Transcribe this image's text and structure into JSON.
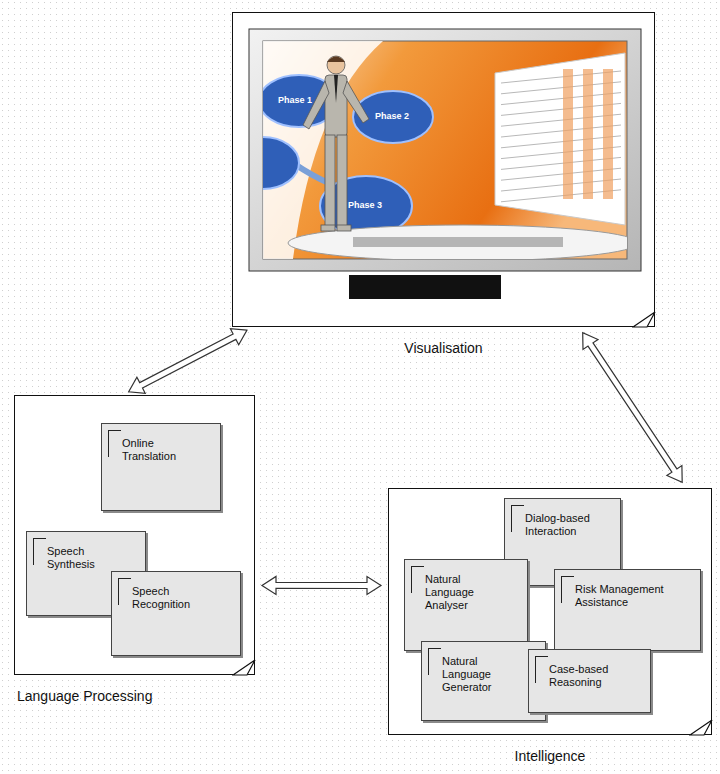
{
  "diagram": {
    "nodes": [
      {
        "text": [
          "Visualisation"
        ]
      },
      {
        "text": [
          "Language Processing"
        ]
      },
      {
        "text": [
          "Online Translation"
        ],
        "in": 1
      },
      {
        "text": [
          "Speech Synthesis"
        ],
        "in": 1
      },
      {
        "text": [
          "Speech Recognition"
        ],
        "in": 1
      },
      {
        "text": [
          "Intelligence"
        ]
      },
      {
        "text": [
          "Dialog-based Interaction"
        ],
        "in": 5
      },
      {
        "text": [
          "Natural Language Analyser"
        ],
        "in": 5
      },
      {
        "text": [
          "Risk Management Assistance"
        ],
        "in": 5
      },
      {
        "text": [
          "Natural Language Generator"
        ],
        "in": 5
      },
      {
        "text": [
          "Case-based Reasoning"
        ],
        "in": 5
      }
    ],
    "edges": [
      {
        "from": 0,
        "to": 1,
        "arrow": "both"
      },
      {
        "from": 1,
        "to": 5,
        "arrow": "both"
      },
      {
        "from": 0,
        "to": 5,
        "arrow": "both"
      }
    ],
    "labels": [
      "Phase 1",
      "Phase 2",
      "Phase 3"
    ]
  }
}
